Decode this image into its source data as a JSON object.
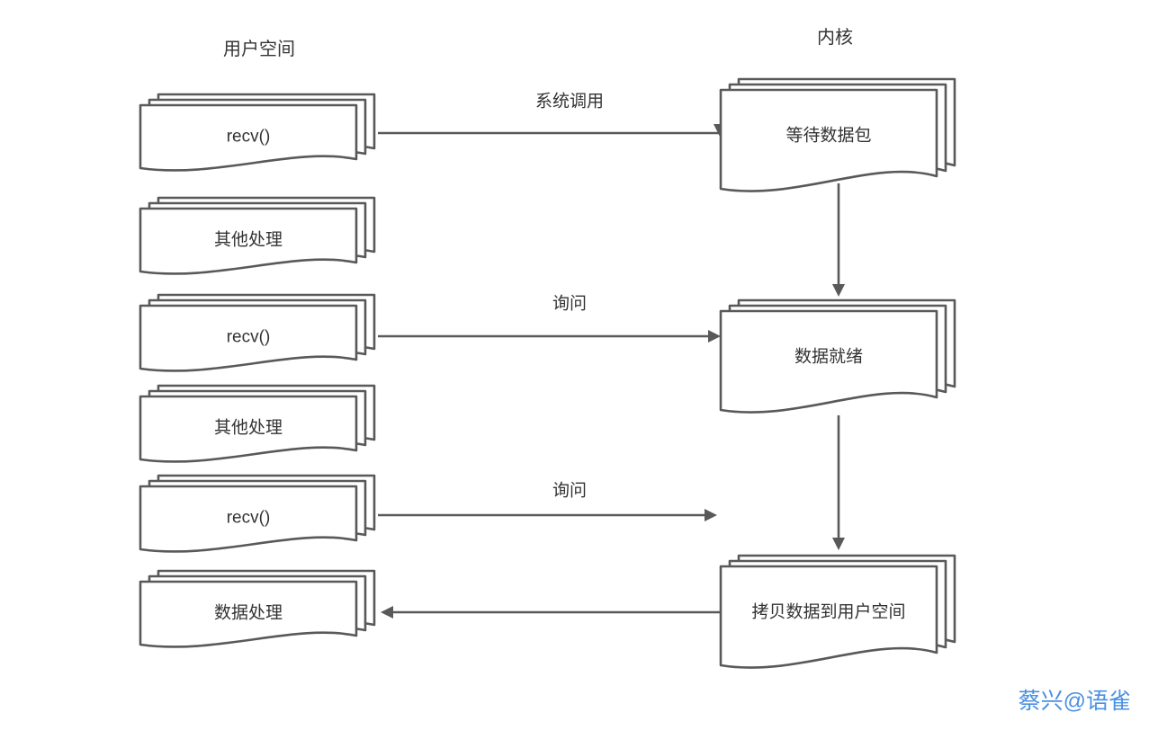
{
  "diagram": {
    "columns": {
      "left_header": "用户空间",
      "right_header": "内核"
    },
    "user_space_nodes": [
      {
        "label": "recv()"
      },
      {
        "label": "其他处理"
      },
      {
        "label": "recv()"
      },
      {
        "label": "其他处理"
      },
      {
        "label": "recv()"
      },
      {
        "label": "数据处理"
      }
    ],
    "kernel_nodes": [
      {
        "label": "等待数据包"
      },
      {
        "label": "数据就绪"
      },
      {
        "label": "拷贝数据到用户空间"
      }
    ],
    "edges": {
      "syscall_label": "系统调用",
      "poll1_label": "询问",
      "poll2_label": "询问"
    },
    "watermark": "蔡兴@语雀"
  },
  "colors": {
    "stroke": "#595959",
    "text": "#333333",
    "watermark_blue": "#4a90e2",
    "background": "#ffffff"
  }
}
